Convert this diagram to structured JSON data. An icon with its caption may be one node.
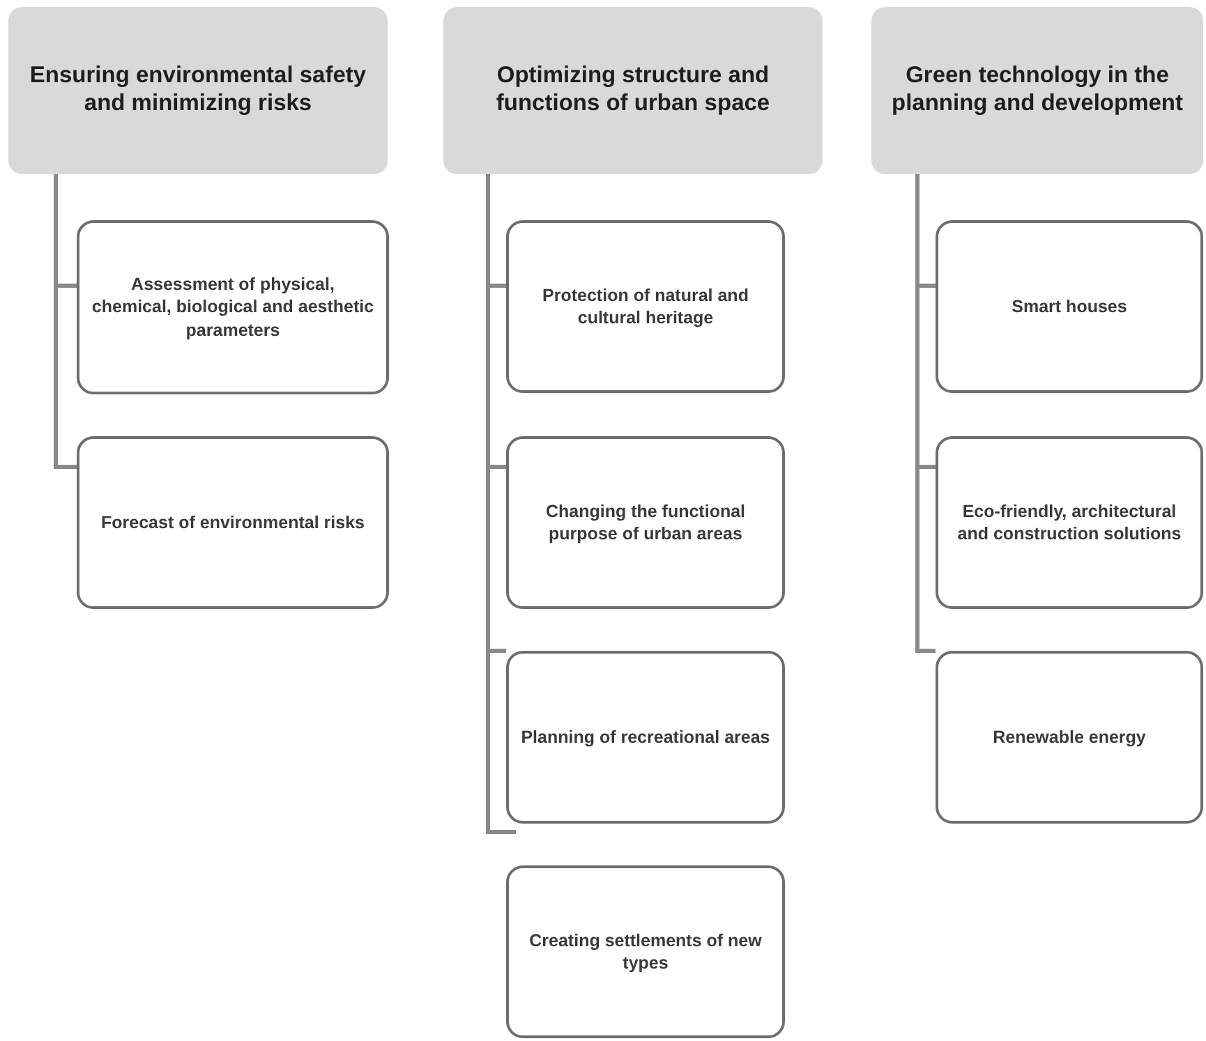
{
  "diagram": {
    "nodes": [
      {
        "text": [
          "Ensuring environmental safety and minimizing risks"
        ]
      },
      {
        "text": [
          "Assessment of physical, chemical, biological and aesthetic parameters"
        ]
      },
      {
        "text": [
          "Forecast of environmental risks"
        ]
      },
      {
        "text": [
          "Optimizing structure and functions of urban space"
        ]
      },
      {
        "text": [
          "Protection of natural and cultural heritage"
        ]
      },
      {
        "text": [
          "Changing the functional purpose of urban areas"
        ]
      },
      {
        "text": [
          "Planning of recreational areas"
        ]
      },
      {
        "text": [
          "Creating settlements of new types"
        ]
      },
      {
        "text": [
          "Green technology in the planning and development"
        ]
      },
      {
        "text": [
          "Smart houses"
        ]
      },
      {
        "text": [
          "Eco-friendly, architectural and construction solutions"
        ]
      },
      {
        "text": [
          "Renewable energy"
        ]
      }
    ],
    "edges": [
      {
        "from": 0,
        "to": 1,
        "arrow": "none"
      },
      {
        "from": 0,
        "to": 2,
        "arrow": "none"
      },
      {
        "from": 3,
        "to": 4,
        "arrow": "none"
      },
      {
        "from": 3,
        "to": 5,
        "arrow": "none"
      },
      {
        "from": 3,
        "to": 6,
        "arrow": "none"
      },
      {
        "from": 8,
        "to": 9,
        "arrow": "none"
      },
      {
        "from": 8,
        "to": 10,
        "arrow": "none"
      },
      {
        "from": 8,
        "to": 11,
        "arrow": "none"
      }
    ]
  }
}
